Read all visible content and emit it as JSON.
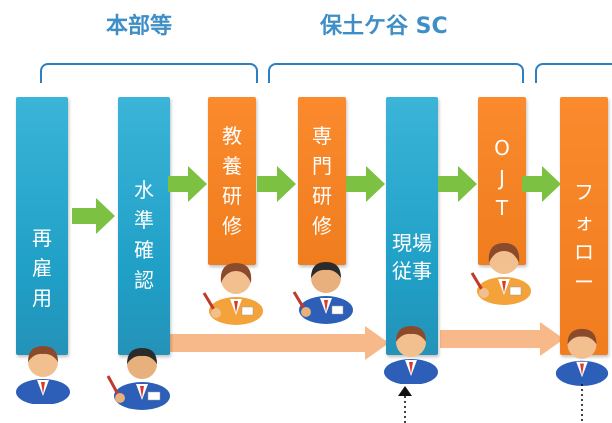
{
  "headers": {
    "honbu": "本部等",
    "hodogaya": "保土ケ谷 SC"
  },
  "columns": {
    "rehire": [
      "再",
      "雇",
      "用"
    ],
    "level_check": [
      "水",
      "準",
      "確",
      "認"
    ],
    "education": [
      "教",
      "養",
      "研",
      "修"
    ],
    "specialist": [
      "専",
      "門",
      "研",
      "修"
    ],
    "fieldwork": [
      "現場",
      "従事"
    ],
    "ojt": [
      "O",
      "J",
      "T"
    ],
    "follow": [
      "フ",
      "ォ",
      "ロ",
      "ー"
    ]
  },
  "colors": {
    "blue": "#25a7d0",
    "orange": "#f28021",
    "green_arrow": "#7dc142",
    "peach_arrow": "#f8b98a",
    "header_text": "#3f8fc6",
    "bracket": "#2e7fbf"
  },
  "icons": {
    "green": "arrow-right-icon",
    "peach": "long-arrow-right-icon",
    "people": "person-icon"
  }
}
